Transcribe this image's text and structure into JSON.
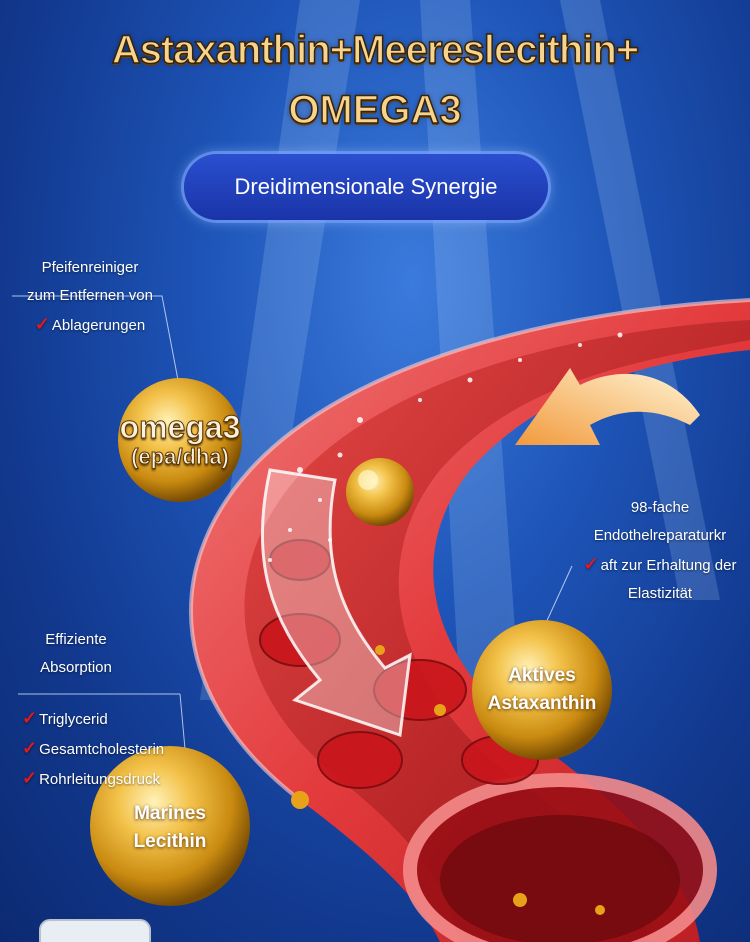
{
  "title_line1": "Astaxanthin+Meereslecithin+",
  "title_line2": "OMEGA3",
  "badge": "Dreidimensionale Synergie",
  "note_omega": [
    "Pfeifenreiniger",
    "zum Entfernen von",
    "Ablagerungen"
  ],
  "orb_omega": {
    "line1": "omega3",
    "line2": "(epa/dha)"
  },
  "note_astaxanthin": [
    "98-fache",
    "Endothelreparaturkr",
    "aft zur Erhaltung der",
    "Elastizität"
  ],
  "orb_astaxanthin": {
    "line1": "Aktives",
    "line2": "Astaxanthin"
  },
  "note_lecithin": [
    "Effiziente",
    "Absorption"
  ],
  "list_lecithin": [
    "Triglycerid",
    "Gesamtcholesterin",
    "Rohrleitungsdruck"
  ],
  "orb_lecithin": {
    "line1": "Marines",
    "line2": "Lecithin"
  },
  "colors": {
    "title": "#f7d48e",
    "check": "#e4181b",
    "badge_bg": "#1a34a8",
    "vessel": "#d8262b"
  }
}
